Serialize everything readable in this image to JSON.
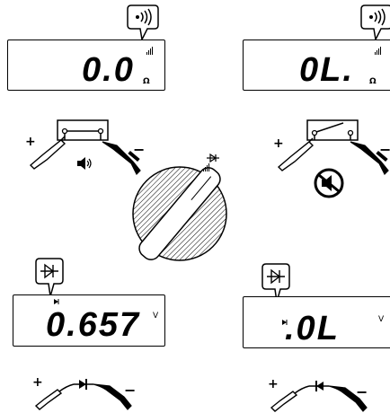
{
  "panels": {
    "continuity_closed": {
      "display_value": "0.0",
      "unit": "Ω",
      "symbol_icon": "buzzer-icon",
      "probe_plus": "+",
      "probe_minus": "−"
    },
    "continuity_open": {
      "display_value": "0L.",
      "unit": "Ω",
      "symbol_icon": "buzzer-icon",
      "probe_plus": "+",
      "probe_minus": "−"
    },
    "diode_forward": {
      "display_value": "0.657",
      "unit": "V",
      "symbol_icon": "diode-icon",
      "probe_plus": "+",
      "probe_minus": "−"
    },
    "diode_reverse": {
      "display_value": ".0L",
      "unit": "V",
      "symbol_icon": "diode-icon",
      "probe_plus": "+",
      "probe_minus": "−"
    }
  },
  "selector": {
    "position_icon": "diode-continuity-icon"
  }
}
